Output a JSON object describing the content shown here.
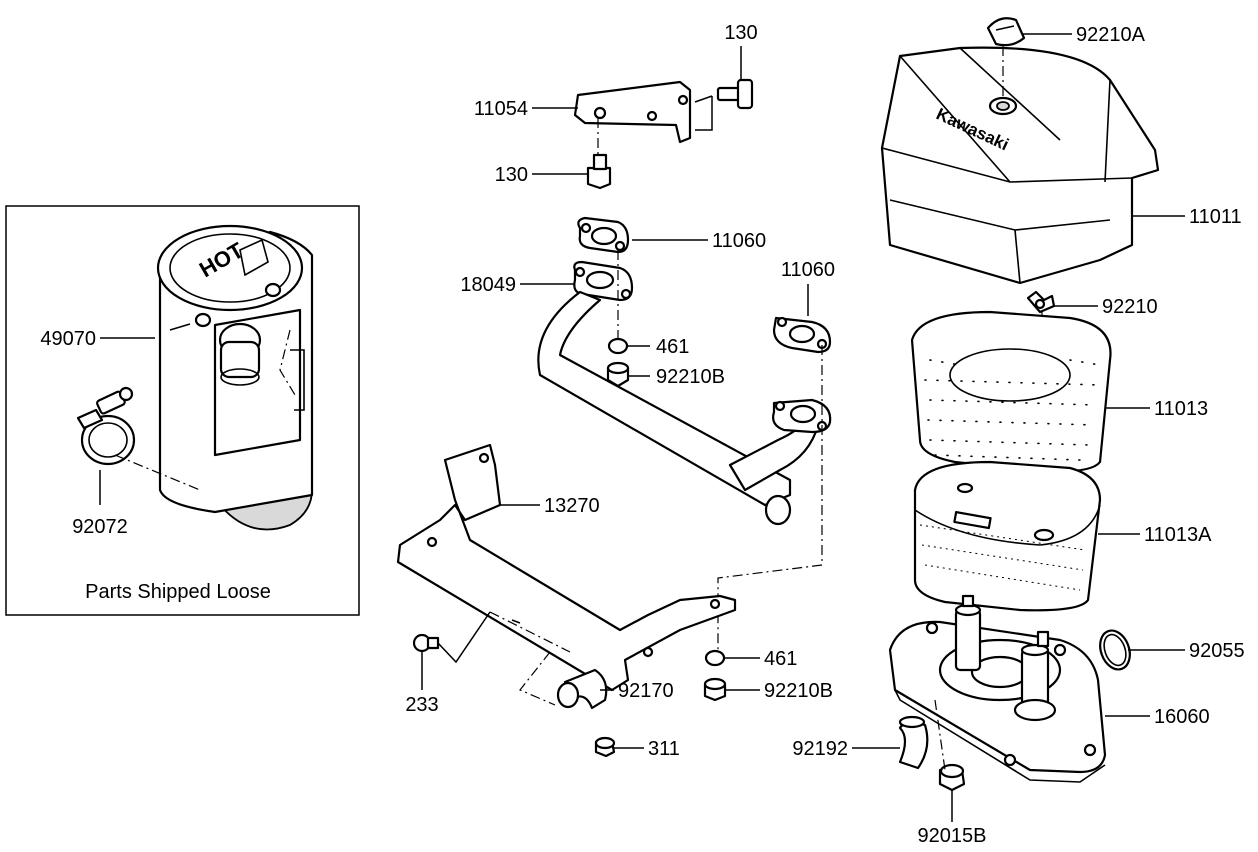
{
  "callouts": [
    {
      "id": "p130a",
      "text": "130"
    },
    {
      "id": "p11054",
      "text": "11054"
    },
    {
      "id": "p130b",
      "text": "130"
    },
    {
      "id": "p11060a",
      "text": "11060"
    },
    {
      "id": "p18049",
      "text": "18049"
    },
    {
      "id": "p11060b",
      "text": "11060"
    },
    {
      "id": "p461a",
      "text": "461"
    },
    {
      "id": "p92210Ba",
      "text": "92210B"
    },
    {
      "id": "p13270",
      "text": "13270"
    },
    {
      "id": "p461b",
      "text": "461"
    },
    {
      "id": "p92210Bb",
      "text": "92210B"
    },
    {
      "id": "p233",
      "text": "233"
    },
    {
      "id": "p92170",
      "text": "92170"
    },
    {
      "id": "p311",
      "text": "311"
    },
    {
      "id": "p92210A",
      "text": "92210A"
    },
    {
      "id": "p11011",
      "text": "11011"
    },
    {
      "id": "p92210",
      "text": "92210"
    },
    {
      "id": "p11013",
      "text": "11013"
    },
    {
      "id": "p11013A",
      "text": "11013A"
    },
    {
      "id": "p92055",
      "text": "92055"
    },
    {
      "id": "p16060",
      "text": "16060"
    },
    {
      "id": "p92192",
      "text": "92192"
    },
    {
      "id": "p92015B",
      "text": "92015B"
    },
    {
      "id": "p49070",
      "text": "49070"
    },
    {
      "id": "p92072",
      "text": "92072"
    }
  ],
  "loose_box": {
    "caption": "Parts Shipped Loose"
  },
  "muffler_logo": "HOT",
  "cover_logo": "Kawasaki"
}
